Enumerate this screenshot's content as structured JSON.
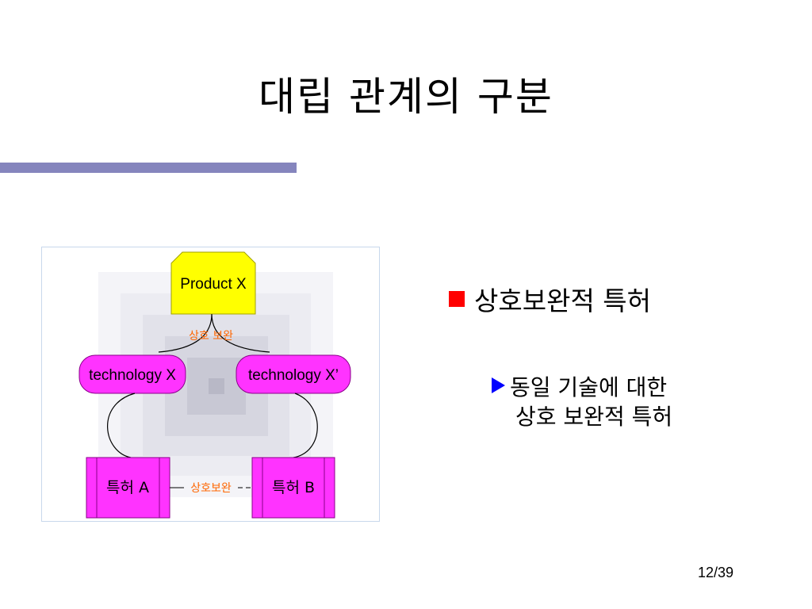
{
  "slide": {
    "title": "대립 관계의 구분",
    "page": "12/39",
    "bullet_main": "상호보완적 특허",
    "bullet_sub_line1": "동일 기술에 대한",
    "bullet_sub_line2": "상호 보완적 특허"
  },
  "diagram": {
    "product": "Product X",
    "relation_top": "상호 보완",
    "tech_left": "technology X",
    "tech_right": "technology X’",
    "patent_left": "특허 A",
    "patent_right": "특허 B",
    "relation_bottom": "상호보완",
    "colors": {
      "product_fill": "#ffff00",
      "tech_fill": "#ff33ff",
      "patent_fill": "#ff33ff",
      "relation_text": "#ff6600"
    }
  }
}
